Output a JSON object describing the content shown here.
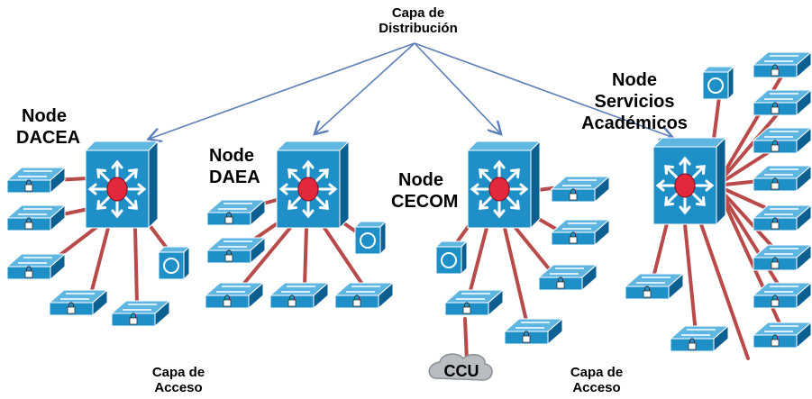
{
  "labels": {
    "distribution_line1": "Capa de",
    "distribution_line2": "Distribución",
    "access_left_line1": "Capa de",
    "access_left_line2": "Acceso",
    "access_right_line1": "Capa de",
    "access_right_line2": "Acceso",
    "node_dacea_line1": "Node",
    "node_dacea_line2": "DACEA",
    "node_daea_line1": "Node",
    "node_daea_line2": "DAEA",
    "node_cecom_line1": "Node",
    "node_cecom_line2": "CECOM",
    "node_servicios_line1": "Node",
    "node_servicios_line2": "Servicios",
    "node_servicios_line3": "Académicos",
    "cloud": "CCU"
  },
  "icons": {
    "core": "multilayer-switch-icon",
    "access": "access-switch-icon",
    "voice": "voice-gateway-icon",
    "cloud": "cloud-icon"
  },
  "colors": {
    "device_blue": "#1f8fc8",
    "device_blue_dark": "#0c5f91",
    "device_blue_light": "#5fb6e0",
    "link_red": "#b94a4a",
    "arrow_blue": "#5b7fb8",
    "center_red": "#e3283c"
  }
}
